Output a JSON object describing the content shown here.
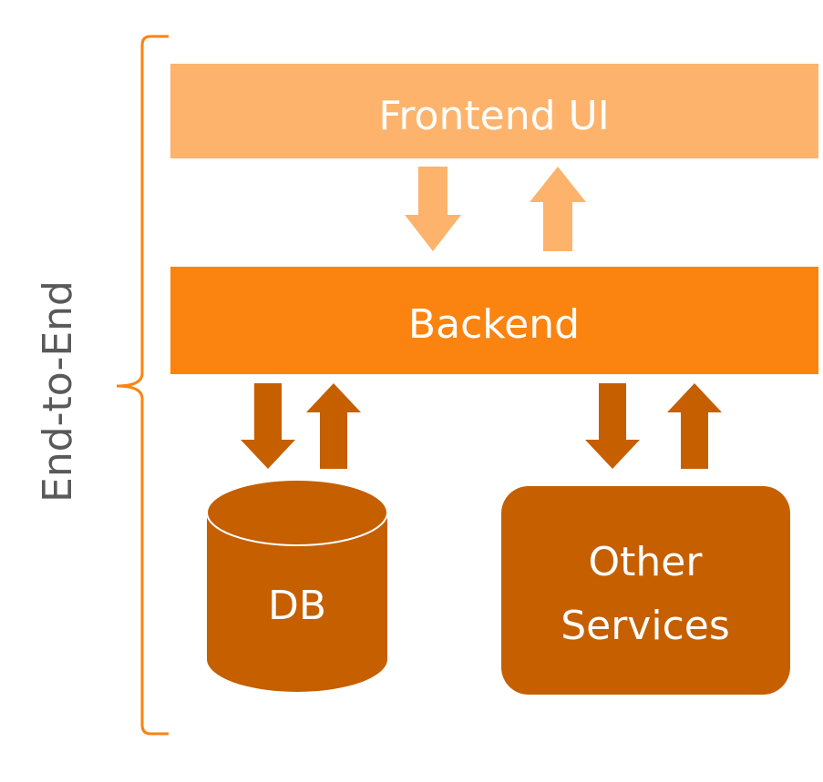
{
  "colors": {
    "frontend": "#FDB36B",
    "backend": "#FB8310",
    "dark": "#C55F00",
    "bracket": "#FB8310",
    "label_gray": "#595959",
    "text_on_box": "#FFFFFF"
  },
  "labels": {
    "frontend": "Frontend UI",
    "backend": "Backend",
    "db": "DB",
    "other_line1": "Other",
    "other_line2": "Services",
    "side": "End-to-End"
  },
  "icons": {
    "arrow_down": "arrow-down-icon",
    "arrow_up": "arrow-up-icon",
    "bracket": "curly-bracket-icon",
    "database": "database-cylinder-icon"
  }
}
